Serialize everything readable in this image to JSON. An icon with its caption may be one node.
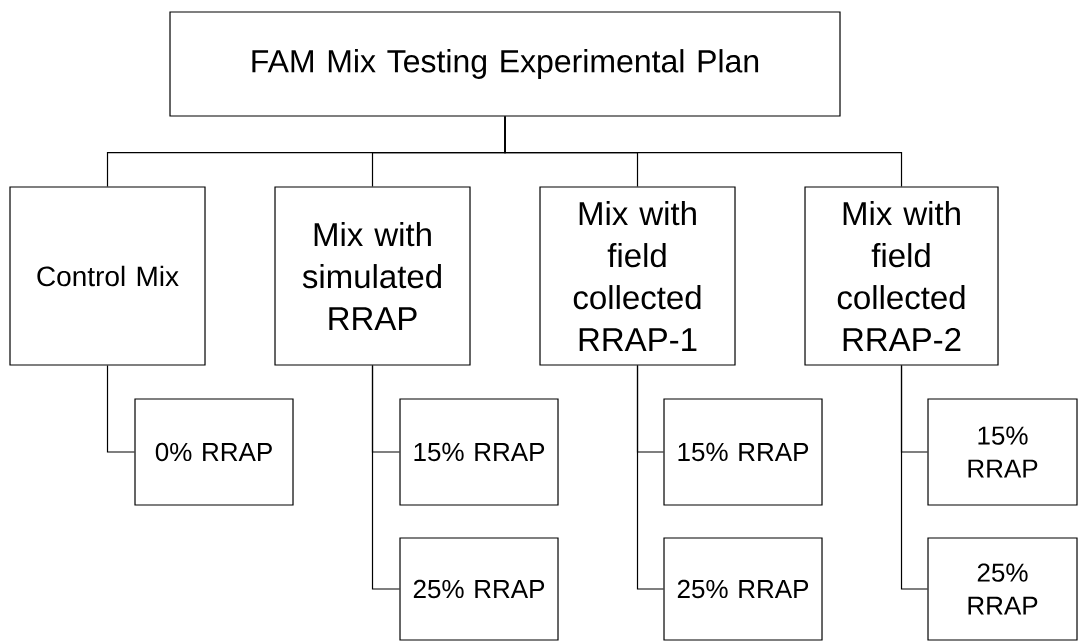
{
  "diagram": {
    "nodes": [
      {
        "text": [
          "FAM Mix Testing Experimental Plan"
        ]
      },
      {
        "text": [
          "Control Mix"
        ]
      },
      {
        "text": [
          "Mix with simulated RRAP"
        ]
      },
      {
        "text": [
          "Mix with field collected RRAP-1"
        ]
      },
      {
        "text": [
          "Mix with field collected RRAP-2"
        ]
      },
      {
        "text": [
          "0% RRAP"
        ]
      },
      {
        "text": [
          "15% RRAP"
        ]
      },
      {
        "text": [
          "25% RRAP"
        ]
      },
      {
        "text": [
          "15% RRAP"
        ]
      },
      {
        "text": [
          "25% RRAP"
        ]
      },
      {
        "text": [
          "15% RRAP"
        ]
      },
      {
        "text": [
          "25% RRAP"
        ]
      }
    ],
    "edges": [
      {
        "from": 0,
        "to": 1,
        "arrow": "none"
      },
      {
        "from": 0,
        "to": 2,
        "arrow": "none"
      },
      {
        "from": 0,
        "to": 3,
        "arrow": "none"
      },
      {
        "from": 0,
        "to": 4,
        "arrow": "none"
      },
      {
        "from": 1,
        "to": 5,
        "arrow": "none"
      },
      {
        "from": 2,
        "to": 6,
        "arrow": "none"
      },
      {
        "from": 2,
        "to": 7,
        "arrow": "none"
      },
      {
        "from": 3,
        "to": 8,
        "arrow": "none"
      },
      {
        "from": 3,
        "to": 9,
        "arrow": "none"
      },
      {
        "from": 4,
        "to": 10,
        "arrow": "none"
      },
      {
        "from": 4,
        "to": 11,
        "arrow": "none"
      }
    ]
  }
}
